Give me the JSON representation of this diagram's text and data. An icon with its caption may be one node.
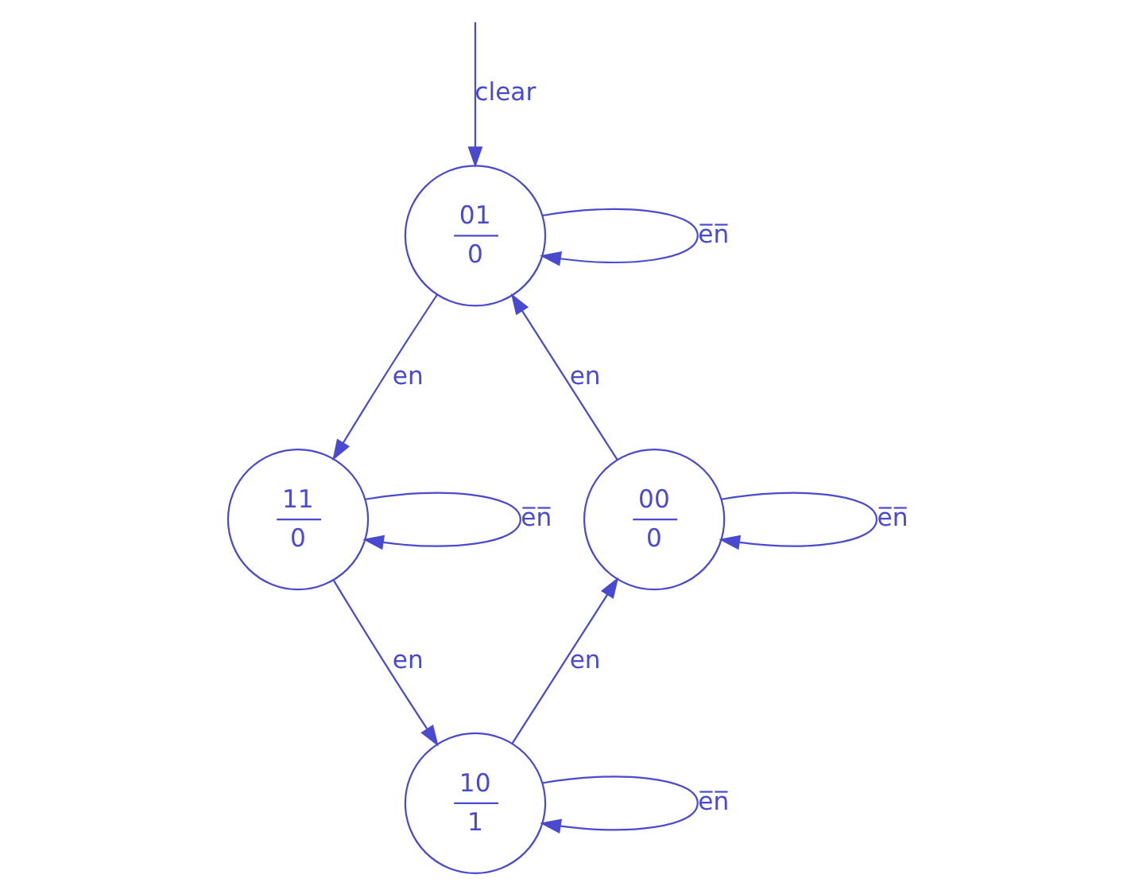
{
  "diagram": {
    "nodes": [
      {
        "text": [
          "01",
          "0"
        ]
      },
      {
        "text": [
          "00",
          "0"
        ]
      },
      {
        "text": [
          "11",
          "0"
        ]
      },
      {
        "text": [
          "10",
          "1"
        ]
      }
    ],
    "edges": [
      {
        "from": null,
        "to": 0,
        "arrow": "to",
        "label": "clear"
      },
      {
        "from": 0,
        "to": 0,
        "arrow": "to",
        "label": "e̅n̅"
      },
      {
        "from": 0,
        "to": 2,
        "arrow": "to",
        "label": "en"
      },
      {
        "from": 2,
        "to": 2,
        "arrow": "to",
        "label": "e̅n̅"
      },
      {
        "from": 2,
        "to": 3,
        "arrow": "to",
        "label": "en"
      },
      {
        "from": 3,
        "to": 3,
        "arrow": "to",
        "label": "e̅n̅"
      },
      {
        "from": 3,
        "to": 1,
        "arrow": "to",
        "label": "en"
      },
      {
        "from": 1,
        "to": 1,
        "arrow": "to",
        "label": "e̅n̅"
      },
      {
        "from": 1,
        "to": 0,
        "arrow": "to",
        "label": "en"
      }
    ]
  }
}
